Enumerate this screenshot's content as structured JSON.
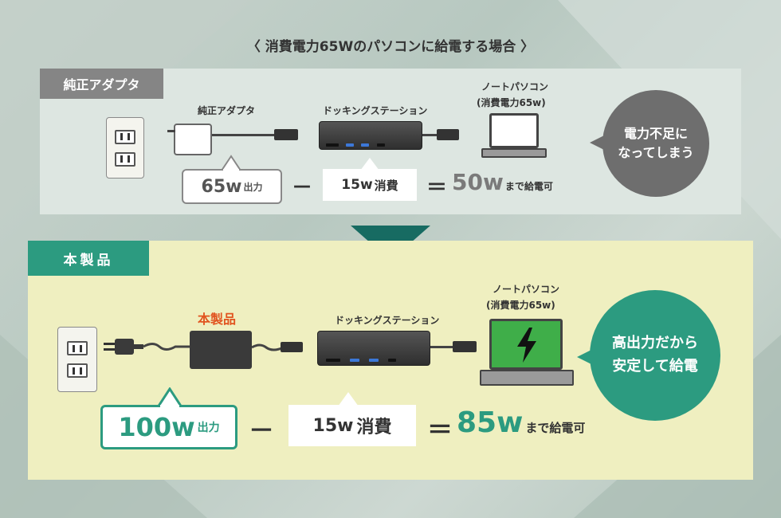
{
  "title": "〈 消費電力65Wのパソコンに給電する場合 〉",
  "section1": {
    "tab": "純正アダプタ",
    "adapter_label": "純正アダプタ",
    "dock_label": "ドッキングステーション",
    "laptop_label_line1": "ノートパソコン",
    "laptop_label_line2": "(消費電力65w)",
    "output_value": "65w",
    "output_suffix": "出力",
    "minus": "－",
    "consume_value": "15w",
    "consume_suffix": "消費",
    "equals": "＝",
    "result_value": "50w",
    "result_suffix": "まで給電可",
    "bubble_line1": "電力不足に",
    "bubble_line2": "なってしまう"
  },
  "section2": {
    "tab": "本製品",
    "product_label": "本製品",
    "dock_label": "ドッキングステーション",
    "laptop_label_line1": "ノートパソコン",
    "laptop_label_line2": "(消費電力65w)",
    "output_value": "100w",
    "output_suffix": "出力",
    "minus": "－",
    "consume_value": "15w",
    "consume_suffix": "消費",
    "equals": "＝",
    "result_value": "85w",
    "result_suffix": "まで給電可",
    "bubble_line1": "高出力だから",
    "bubble_line2": "安定して給電"
  },
  "colors": {
    "accent_green": "#2c9b80",
    "dark_teal": "#176b62",
    "orange": "#e1541f",
    "gray_tab": "#858585",
    "result_gray": "#7a7a7a",
    "bubble_gray": "#6e6e6e"
  },
  "icons": [
    "outlet-icon",
    "ac-adapter-icon",
    "docking-station-icon",
    "laptop-icon",
    "power-plug-icon",
    "lightning-bolt-icon",
    "down-arrow-icon"
  ]
}
